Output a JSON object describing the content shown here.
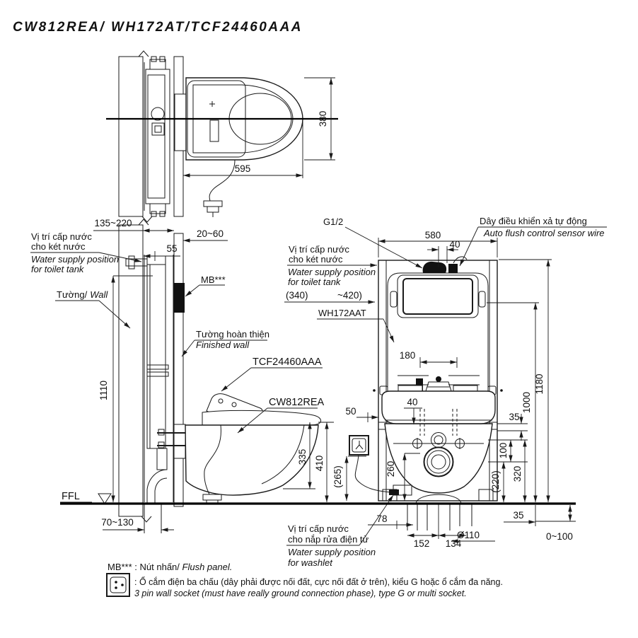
{
  "title": "CW812REA/ WH172AT/TCF24460AAA",
  "top_view": {
    "d380": "380",
    "d595": "595"
  },
  "side_view": {
    "d135_220": "135~220",
    "d20_60": "20~60",
    "d55": "55",
    "d1110": "1110",
    "d70_130": "70~130",
    "d335": "335",
    "d410": "410",
    "supply_vi1": "Vị trí cấp nước",
    "supply_vi2": "cho két nước",
    "supply_en1": "Water supply position",
    "supply_en2": "for toilet tank",
    "wall_vi": "Tường/",
    "wall_en": "Wall",
    "finished_vi": "Tường hoàn thiện",
    "finished_en": "Finished wall",
    "tcf": "TCF24460AAA",
    "cw": "CW812REA",
    "mb": "MB***",
    "ffl": "FFL"
  },
  "front_view": {
    "g12": "G1/2",
    "sensor_vi": "Dây điều khiển xả tự động",
    "sensor_en": "Auto flush control sensor wire",
    "supply_vi1": "Vị trí cấp nước",
    "supply_vi2": "cho két nước",
    "supply_en1": "Water supply position",
    "supply_en2": "for toilet tank",
    "wh": "WH172AAT",
    "d580": "580",
    "d40_top": "40",
    "d340": "(340)",
    "d420": "~420)",
    "d180": "180",
    "d40_mid": "40",
    "d50": "50",
    "d35_right": "35",
    "d100": "100",
    "d320": "320",
    "d220": "(220)",
    "d260": "260",
    "d265": "(265)",
    "d1000": "1000",
    "d1180": "1180",
    "d35_bottom": "35",
    "d78": "78",
    "d152": "152",
    "d134": "134",
    "dia110": "Ø110",
    "d0_100": "0~100",
    "washlet_vi1": "Vị trí cấp nước",
    "washlet_vi2": "cho nắp rửa điện tử",
    "washlet_en1": "Water supply position",
    "washlet_en2": "for washlet"
  },
  "notes": {
    "mb_ref": "MB***",
    "mb_text": " : Nút nhấn/ ",
    "mb_italic": "Flush panel.",
    "socket_vi": ": Ổ cắm điện ba chấu (dây phải được nối đất, cực nối đất ở trên), kiểu G hoặc ổ cắm đa năng.",
    "socket_en": "3 pin wall socket (must have really ground connection phase), type G or multi socket."
  }
}
